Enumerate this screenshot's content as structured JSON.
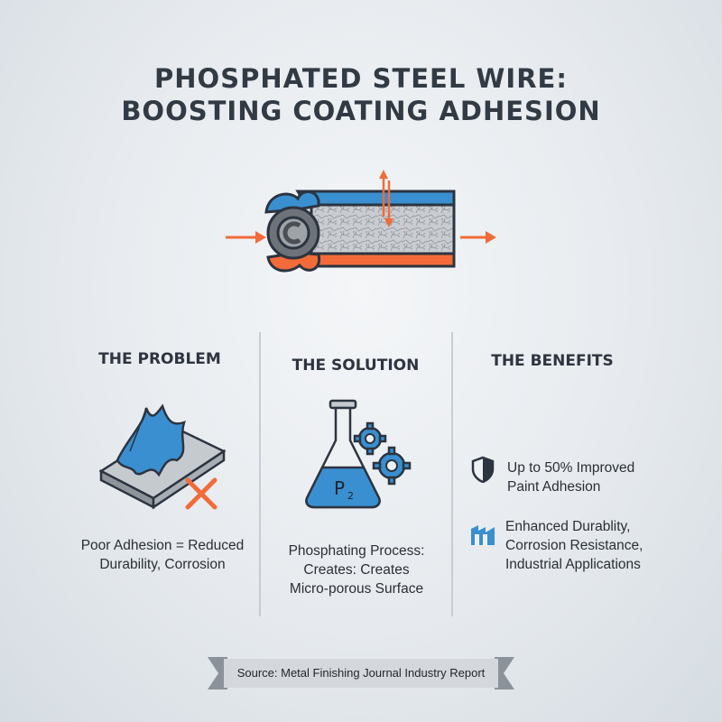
{
  "header": {
    "title_line1": "PHOSPHATED STEEL WIRE:",
    "title_line2": "BOOSTING COATING ADHESION"
  },
  "columns": [
    {
      "heading": "THE PROBLEM",
      "text_line1": "Poor Adhesion = Reduced",
      "text_line2": "Durability, Corrosion",
      "icon": "peeling-coating-plate-icon"
    },
    {
      "heading": "THE SOLUTION",
      "text_line1": "Phosphating Process:",
      "text_line2": "Creates: Creates",
      "text_line3": "Micro-porous Surface",
      "icon": "flask-gears-icon",
      "flask_label": "P",
      "flask_subscript": "2"
    },
    {
      "heading": "THE BENEFITS",
      "benefits": [
        {
          "icon": "shield-icon",
          "line1": "Up to 50% Improved",
          "line2": "Paint Adhesion"
        },
        {
          "icon": "industrial-icon",
          "line1": "Enhanced Durablity,",
          "line2": "Corrosion Resistance,",
          "line3": "Industrial Applications"
        }
      ]
    }
  ],
  "footer": {
    "source": "Source: Metal Finishing Journal Industry Report"
  },
  "colors": {
    "accent_orange": "#f26b38",
    "accent_blue": "#3a8fd0",
    "steel_gray": "#6e737a",
    "text_dark": "#2e3440"
  }
}
